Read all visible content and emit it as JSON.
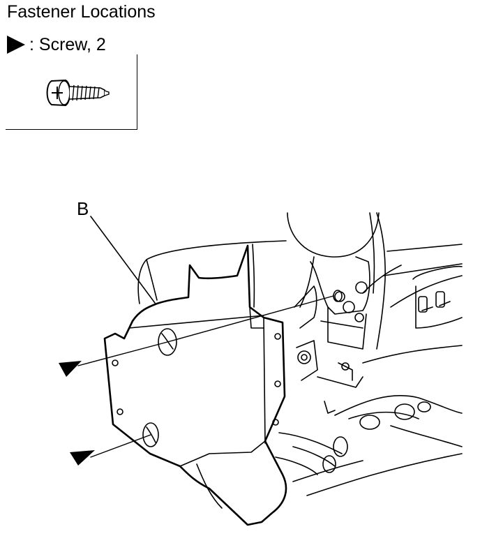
{
  "title": "Fastener Locations",
  "legend": {
    "symbol": "filled-right-triangle-icon",
    "label": ": Screw, 2"
  },
  "callout": {
    "letter": "B"
  },
  "colors": {
    "line": "#000000",
    "background": "#ffffff"
  }
}
